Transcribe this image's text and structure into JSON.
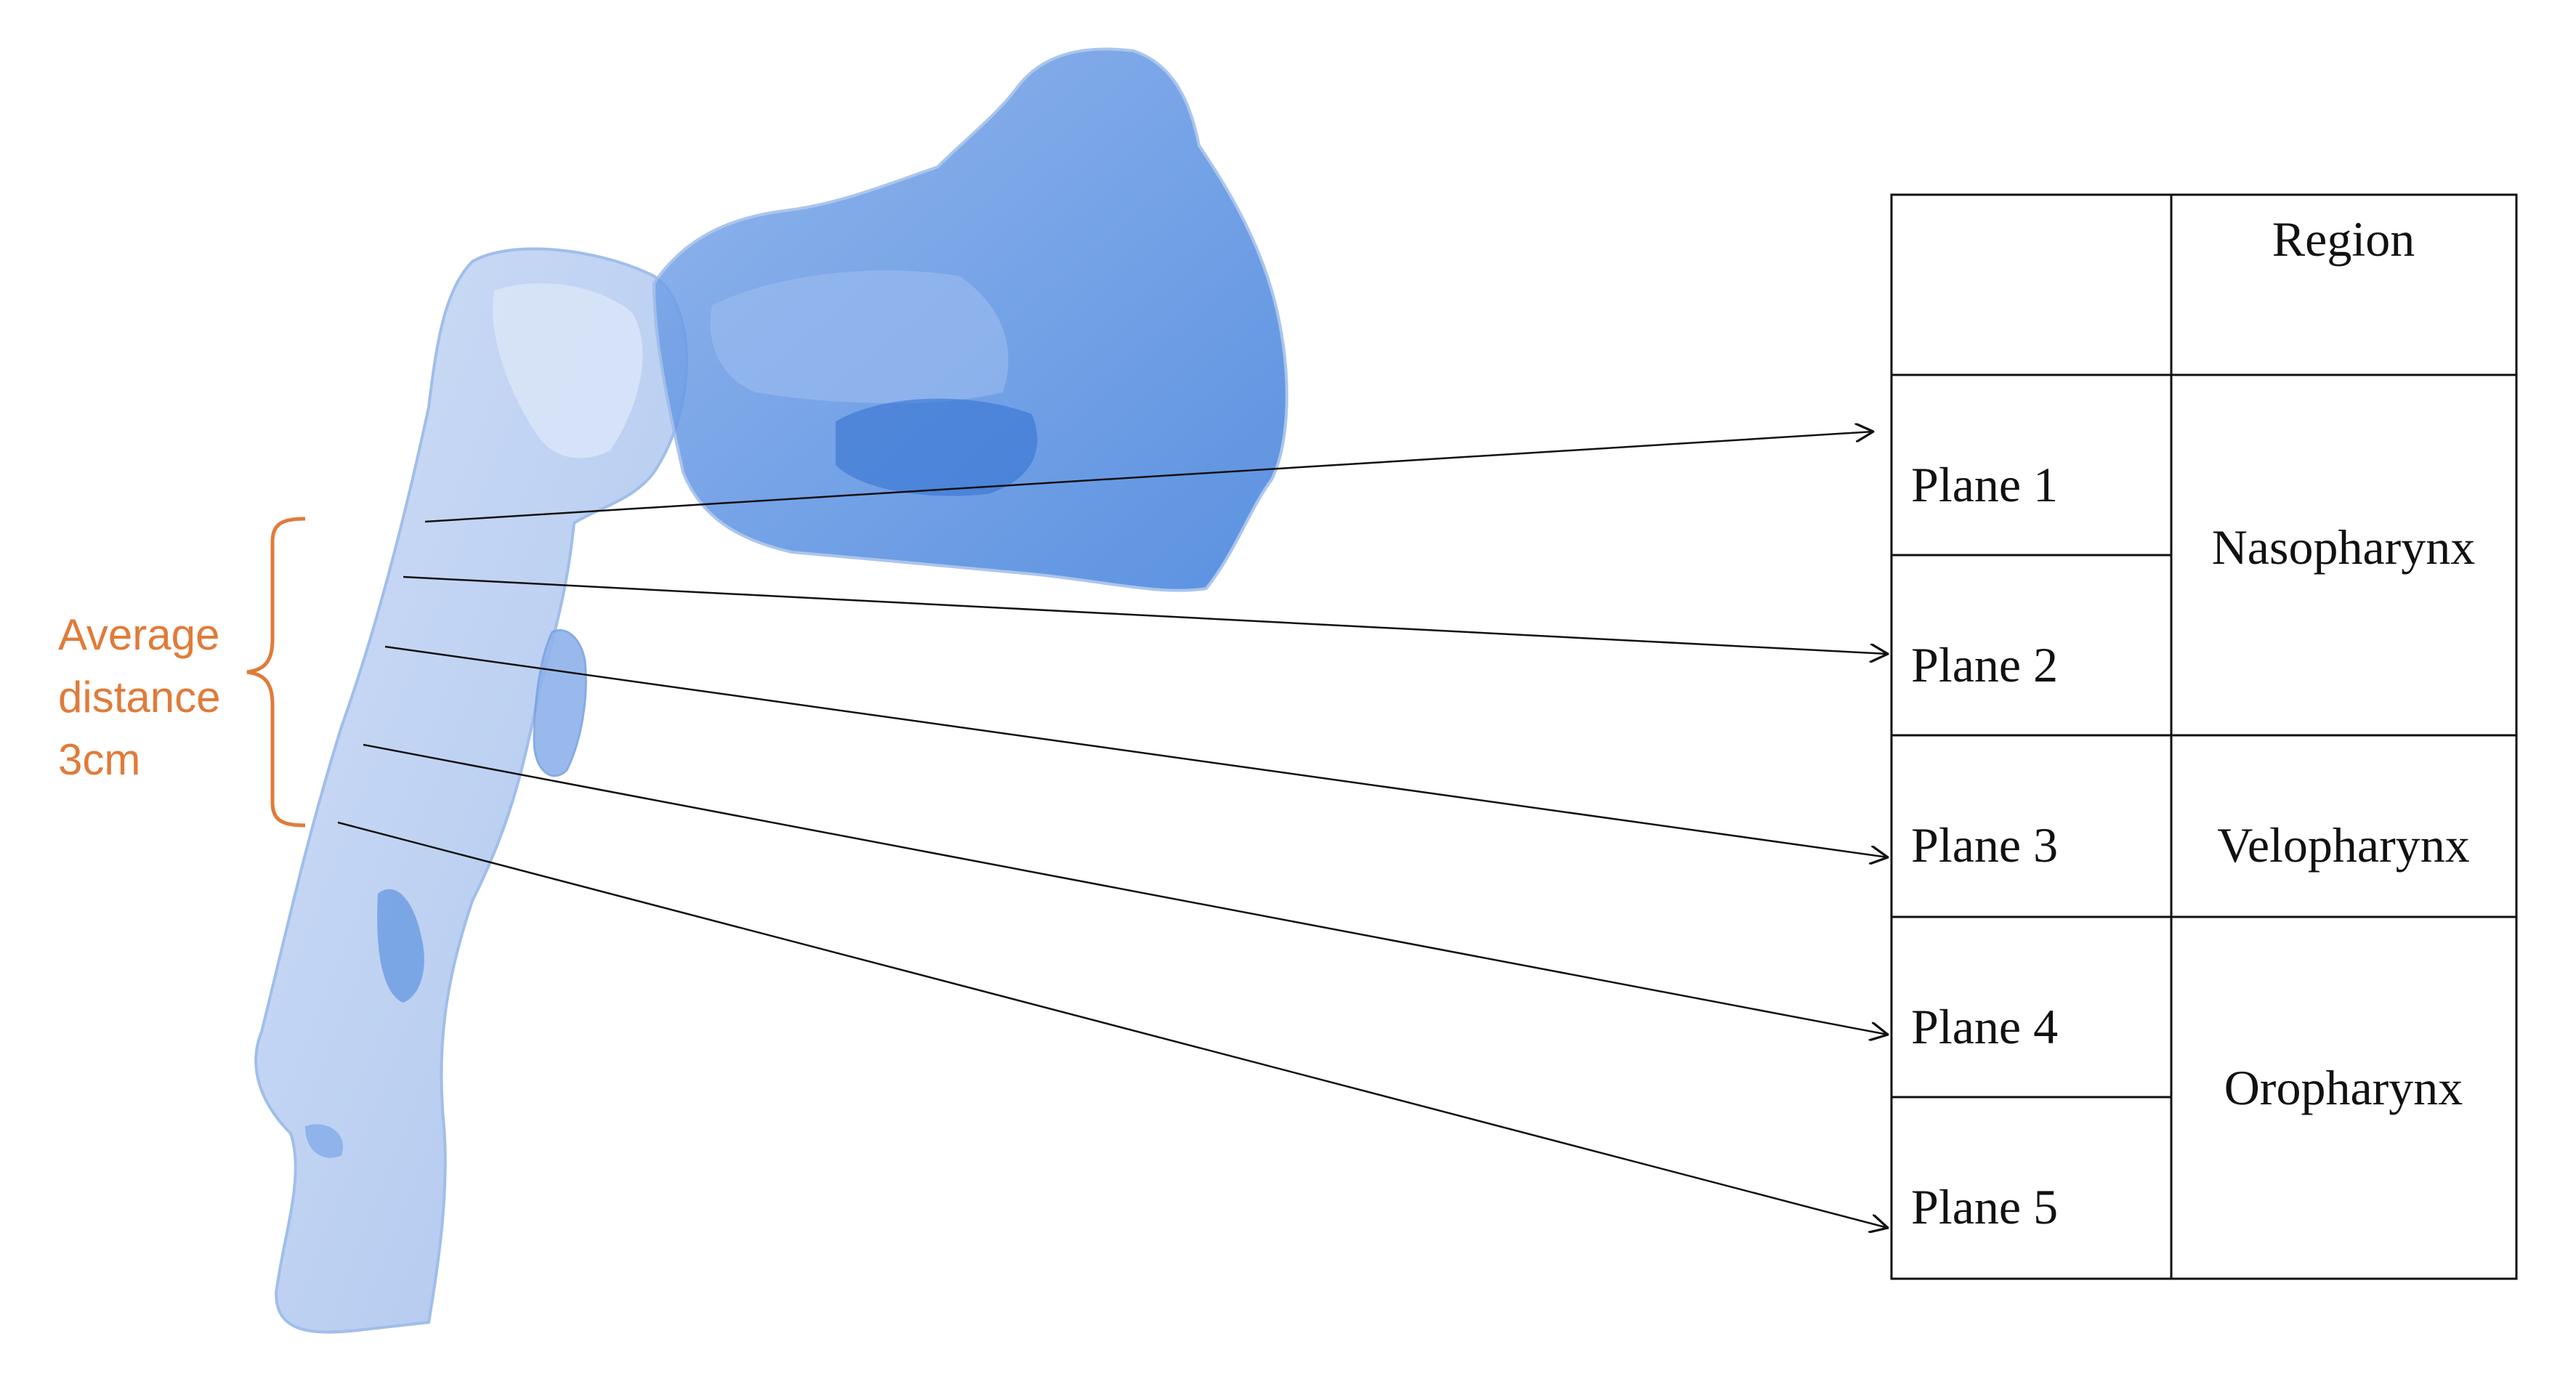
{
  "colors": {
    "airway_light": "#b9cff2",
    "airway_mid": "#7da6e6",
    "airway_dark": "#3f7fdc",
    "annotation": "#e07b39",
    "ink": "#111111"
  },
  "annotation": {
    "line1": "Average",
    "line2": "distance",
    "line3": "3cm"
  },
  "table": {
    "header": "Region",
    "rows": [
      {
        "plane": "Plane 1"
      },
      {
        "plane": "Plane 2"
      },
      {
        "plane": "Plane 3"
      },
      {
        "plane": "Plane 4"
      },
      {
        "plane": "Plane 5"
      }
    ],
    "regions": [
      "Nasopharynx",
      "Velopharynx",
      "Oropharynx"
    ]
  }
}
